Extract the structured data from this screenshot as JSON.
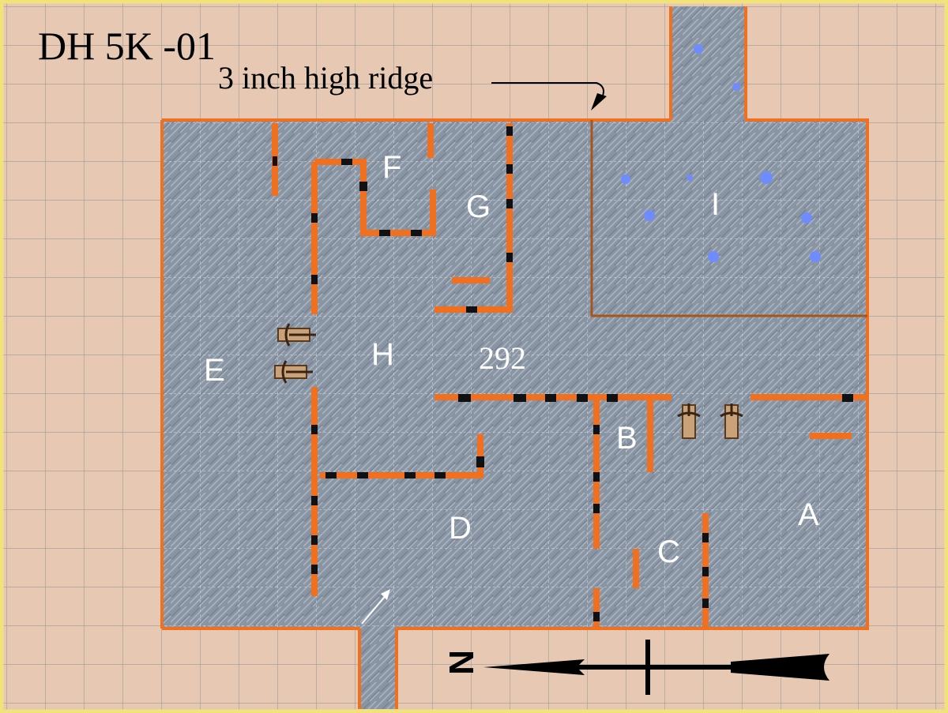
{
  "map": {
    "title": "DH 5K -01",
    "ridge_note": "3 inch high ridge",
    "area_number": "292",
    "compass_letter": "N",
    "room_labels": [
      "A",
      "B",
      "C",
      "D",
      "E",
      "F",
      "G",
      "H",
      "I"
    ],
    "colors": {
      "background": "#e7c9b3",
      "grid_line": "#9a9a9a",
      "floor": "#8a95a4",
      "wall": "#f07020",
      "door": "#111111",
      "border": "#f2e27a",
      "label": "#ffffff",
      "blue_dot": "#6f8cff"
    },
    "icons": [
      "ballista-icon"
    ]
  }
}
